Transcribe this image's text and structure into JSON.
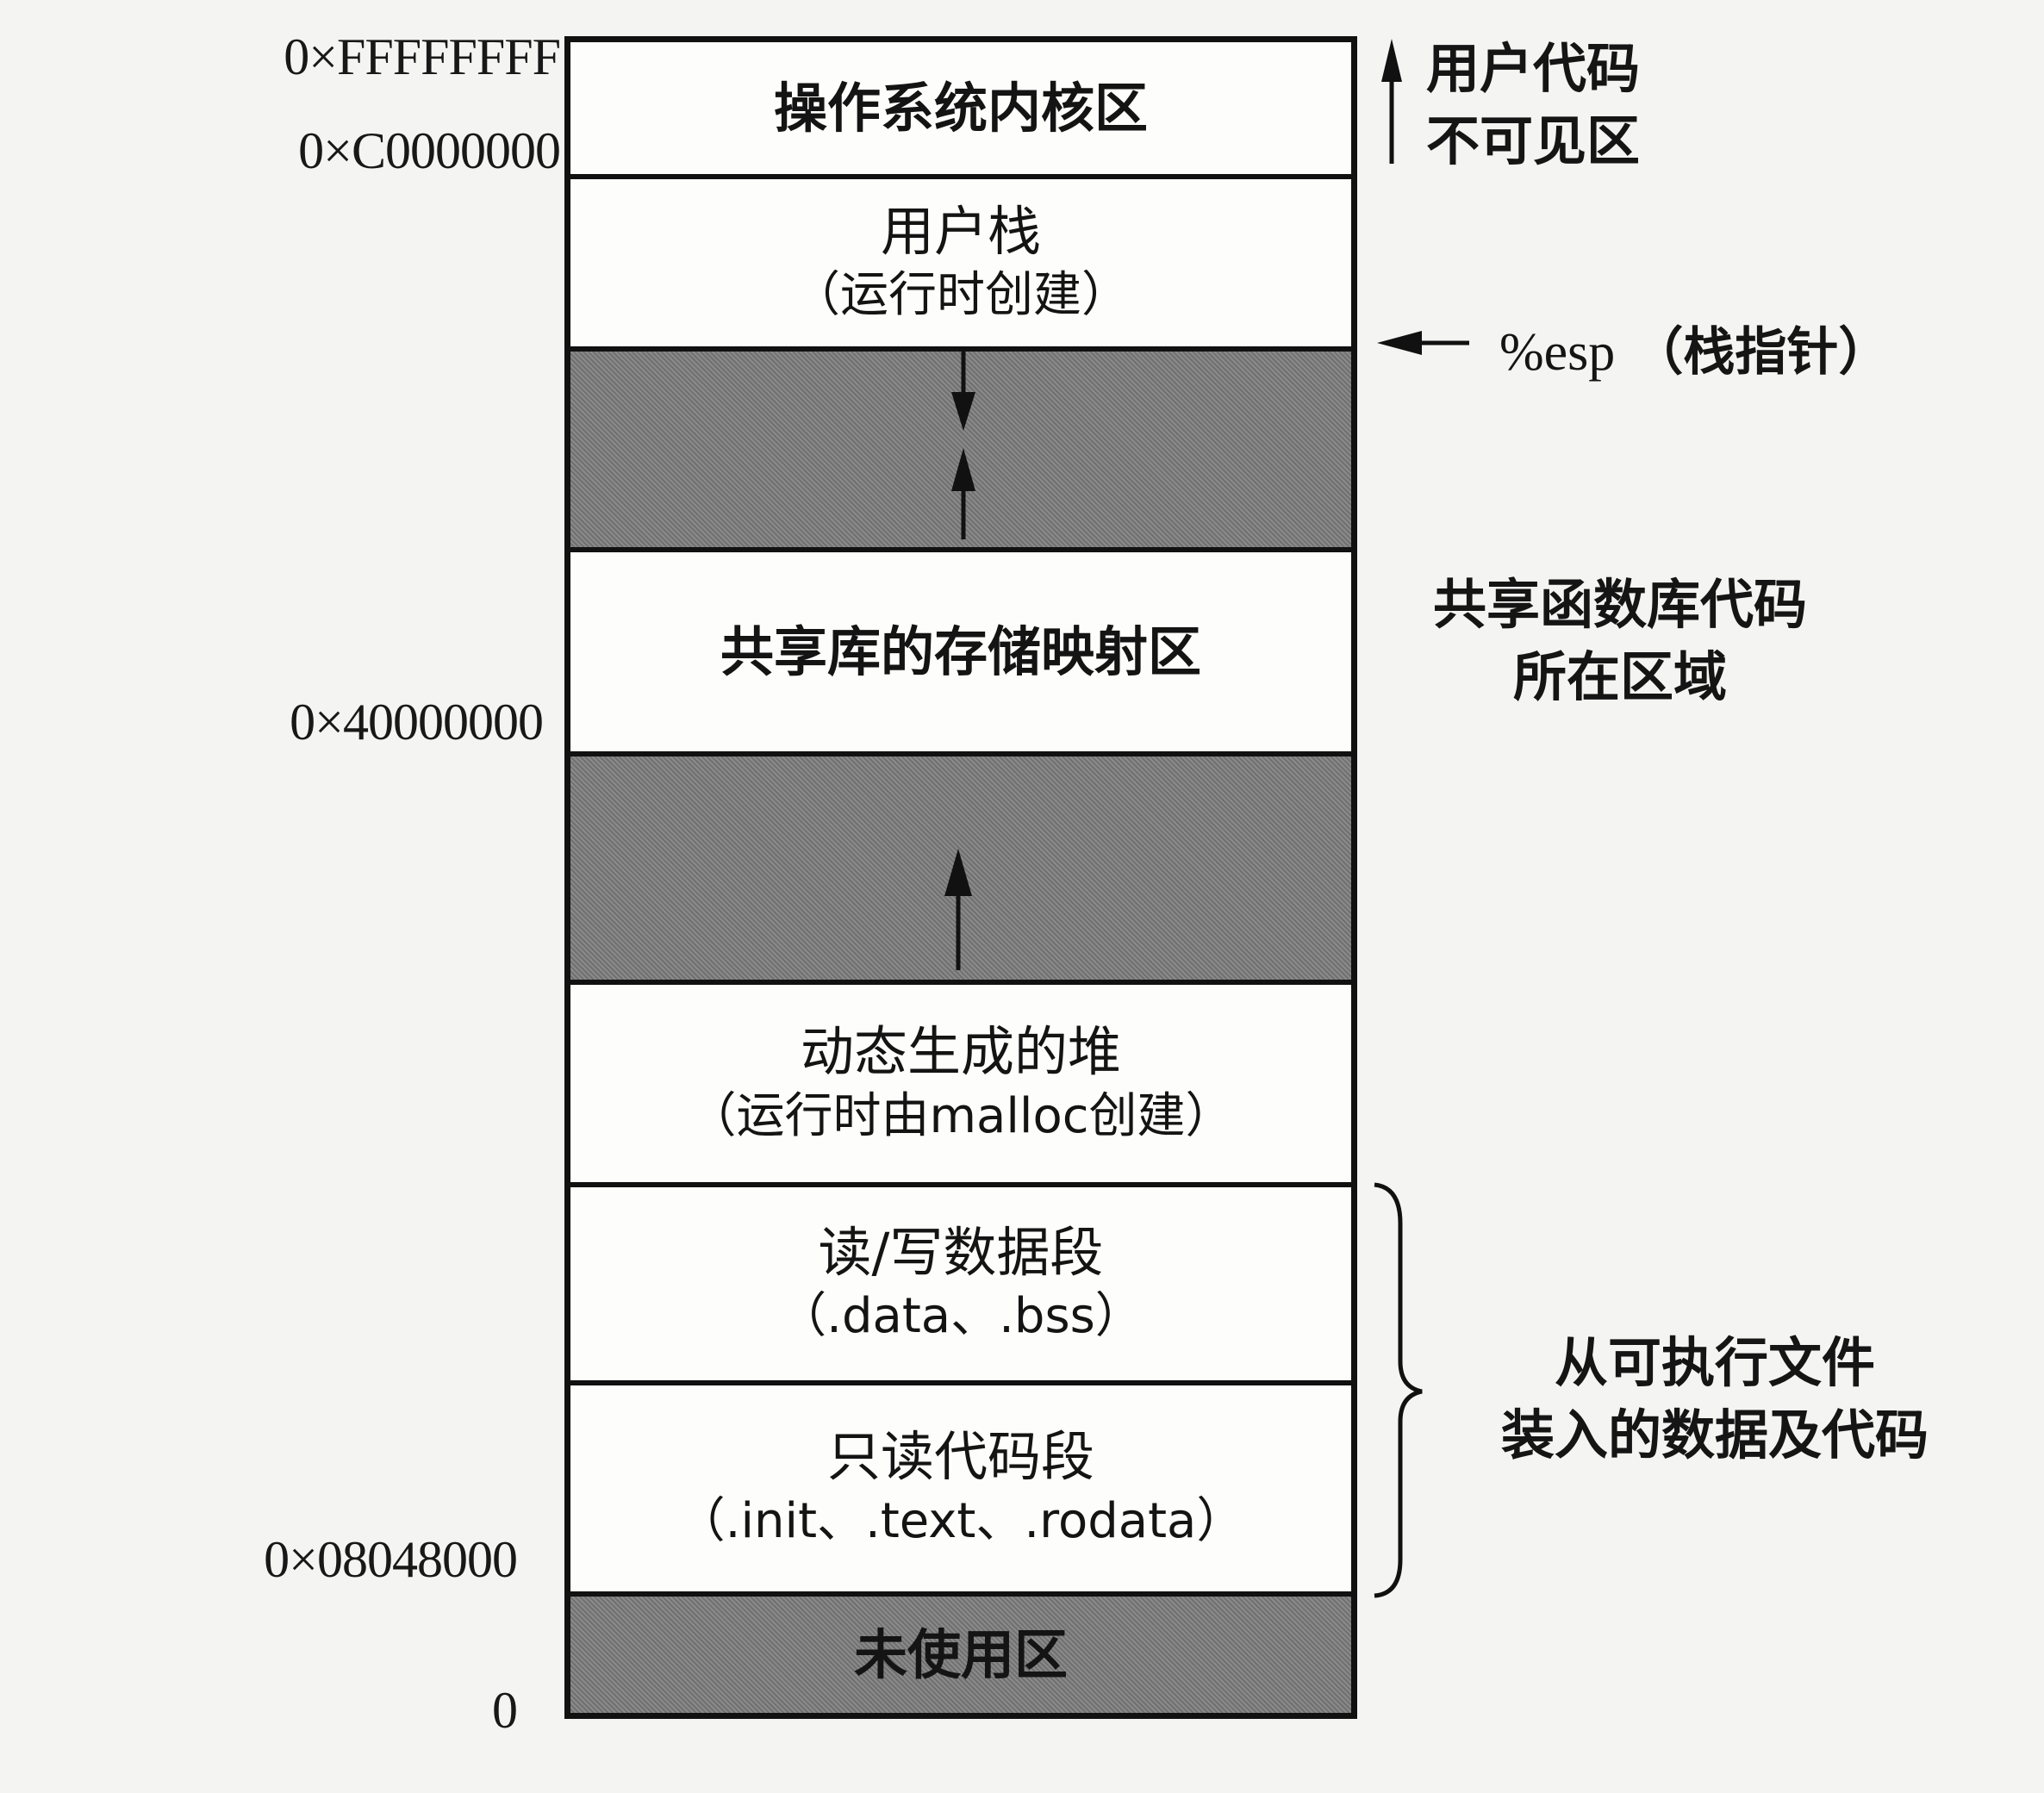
{
  "figure": {
    "title": "Process virtual address space layout",
    "addresses": [
      {
        "id": "top",
        "label": "0×FFFFFFFF"
      },
      {
        "id": "kernel_base",
        "label": "0×C0000000"
      },
      {
        "id": "shared_lib",
        "label": "0×40000000"
      },
      {
        "id": "code_start",
        "label": "0×08048000"
      },
      {
        "id": "zero",
        "label": "0"
      }
    ],
    "segments": [
      {
        "id": "kernel",
        "line1": "操作系统内核区",
        "line2": "",
        "shaded": false
      },
      {
        "id": "user_stack",
        "line1": "用户栈",
        "line2": "（运行时创建）",
        "shaded": false
      },
      {
        "id": "gap_stack",
        "line1": "",
        "line2": "",
        "shaded": true
      },
      {
        "id": "shared_lib",
        "line1": "共享库的存储映射区",
        "line2": "",
        "shaded": false
      },
      {
        "id": "gap_heap",
        "line1": "",
        "line2": "",
        "shaded": true
      },
      {
        "id": "heap",
        "line1": "动态生成的堆",
        "line2": "（运行时由malloc创建）",
        "shaded": false
      },
      {
        "id": "rw_data",
        "line1": "读/写数据段",
        "line2": "（.data、.bss）",
        "shaded": false
      },
      {
        "id": "ro_code",
        "line1": "只读代码段",
        "line2": "（.init、.text、.rodata）",
        "shaded": false
      },
      {
        "id": "unused",
        "line1": "未使用区",
        "line2": "",
        "shaded": true
      }
    ],
    "annotations": {
      "kernel_note": [
        "用户代码",
        "不可见区"
      ],
      "esp_register": "%esp",
      "esp_note": "（栈指针）",
      "shared_lib_note": [
        "共享函数库代码",
        "所在区域"
      ],
      "loaded_note": [
        "从可执行文件",
        "装入的数据及代码"
      ]
    },
    "icons": [
      "up-arrow-icon",
      "left-arrow-icon",
      "down-arrow-icon",
      "brace-icon"
    ],
    "colors": {
      "ink": "#111111",
      "paper": "#f4f4f2",
      "shaded_fill": "#7d7d7d"
    }
  }
}
